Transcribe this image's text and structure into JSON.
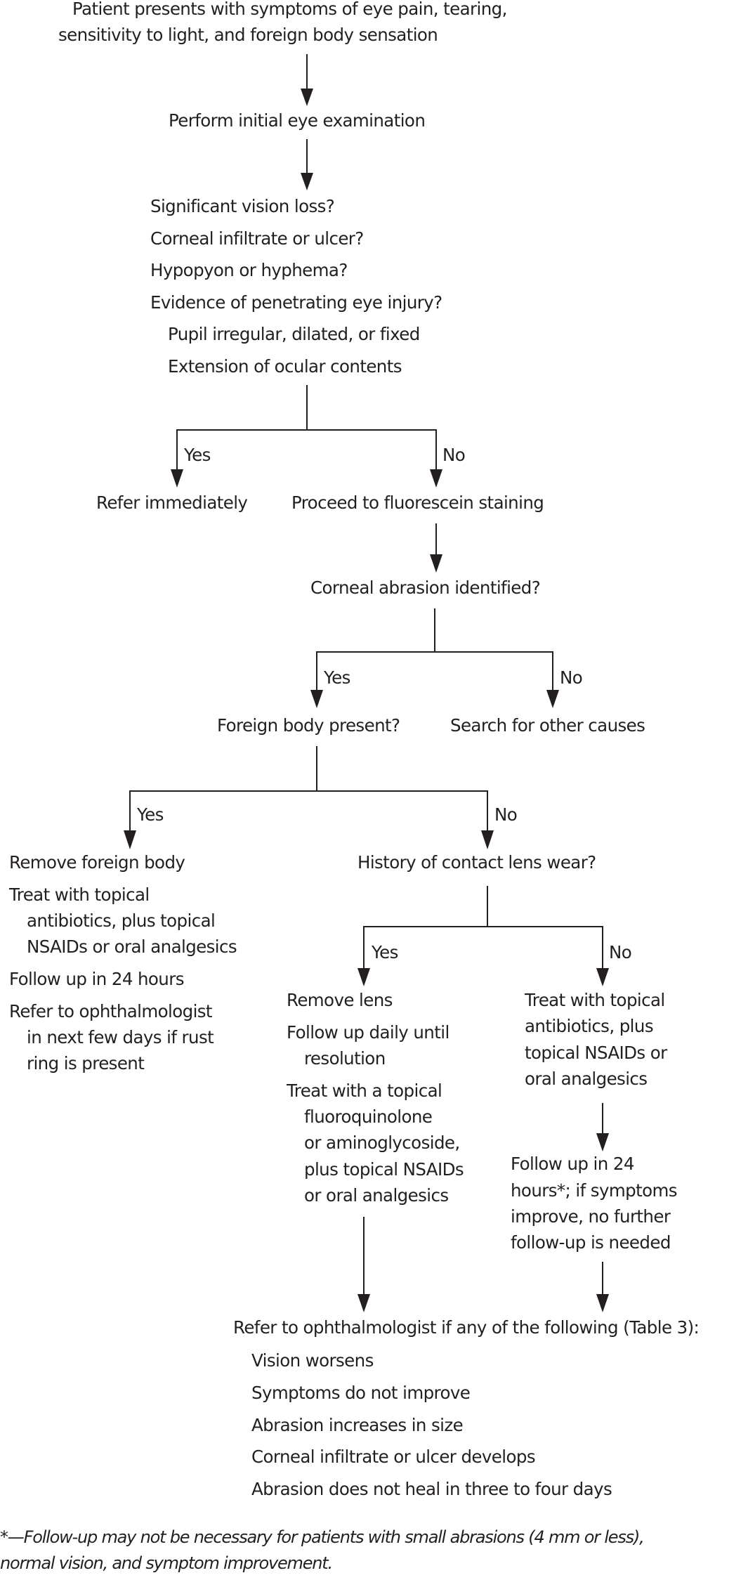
{
  "flowchart": {
    "start": {
      "lines": [
        "Patient presents with symptoms of eye pain, tearing,",
        "sensitivity to light, and foreign body sensation"
      ]
    },
    "exam": "Perform initial eye examination",
    "red_flags": {
      "questions": [
        "Significant vision loss?",
        "Corneal infiltrate or ulcer?",
        "Hypopyon or hyphema?",
        "Evidence of penetrating eye injury?"
      ],
      "sub_items": [
        "Pupil irregular, dilated, or fixed",
        "Extension of ocular contents"
      ]
    },
    "labels": {
      "yes": "Yes",
      "no": "No"
    },
    "refer_immediately": "Refer immediately",
    "fluorescein": "Proceed to fluorescein staining",
    "abrasion_q": "Corneal abrasion identified?",
    "foreign_body_q": "Foreign body present?",
    "other_causes": "Search for other causes",
    "foreign_body_yes": {
      "items": [
        {
          "lines": [
            "Remove foreign body"
          ]
        },
        {
          "lines": [
            "Treat with topical",
            "antibiotics, plus topical",
            "NSAIDs or oral analgesics"
          ]
        },
        {
          "lines": [
            "Follow up in 24 hours"
          ]
        },
        {
          "lines": [
            "Refer to ophthalmologist",
            "in next few days if rust",
            "ring is present"
          ]
        }
      ]
    },
    "contact_lens_q": "History of contact lens wear?",
    "contact_lens_yes": {
      "items": [
        {
          "lines": [
            "Remove lens"
          ]
        },
        {
          "lines": [
            "Follow up daily until",
            "resolution"
          ]
        },
        {
          "lines": [
            "Treat with a topical",
            "fluoroquinolone",
            "or aminoglycoside,",
            "plus topical NSAIDs",
            "or oral analgesics"
          ]
        }
      ]
    },
    "contact_lens_no": {
      "lines": [
        "Treat with topical",
        "antibiotics, plus",
        "topical NSAIDs or",
        "oral analgesics"
      ]
    },
    "follow_up_24": {
      "lines": [
        "Follow up in 24",
        "hours*; if symptoms",
        "improve, no further",
        "follow-up is needed"
      ]
    },
    "refer_if": {
      "heading": "Refer to ophthalmologist if any of the following (Table 3):",
      "items": [
        "Vision worsens",
        "Symptoms do not improve",
        "Abrasion increases in size",
        "Corneal infiltrate or ulcer develops",
        "Abrasion does not heal in three to four days"
      ]
    },
    "footnote": {
      "lines": [
        "*—Follow-up may not be necessary for patients with small abrasions (4 mm or less),",
        "normal vision, and symptom improvement."
      ]
    }
  }
}
